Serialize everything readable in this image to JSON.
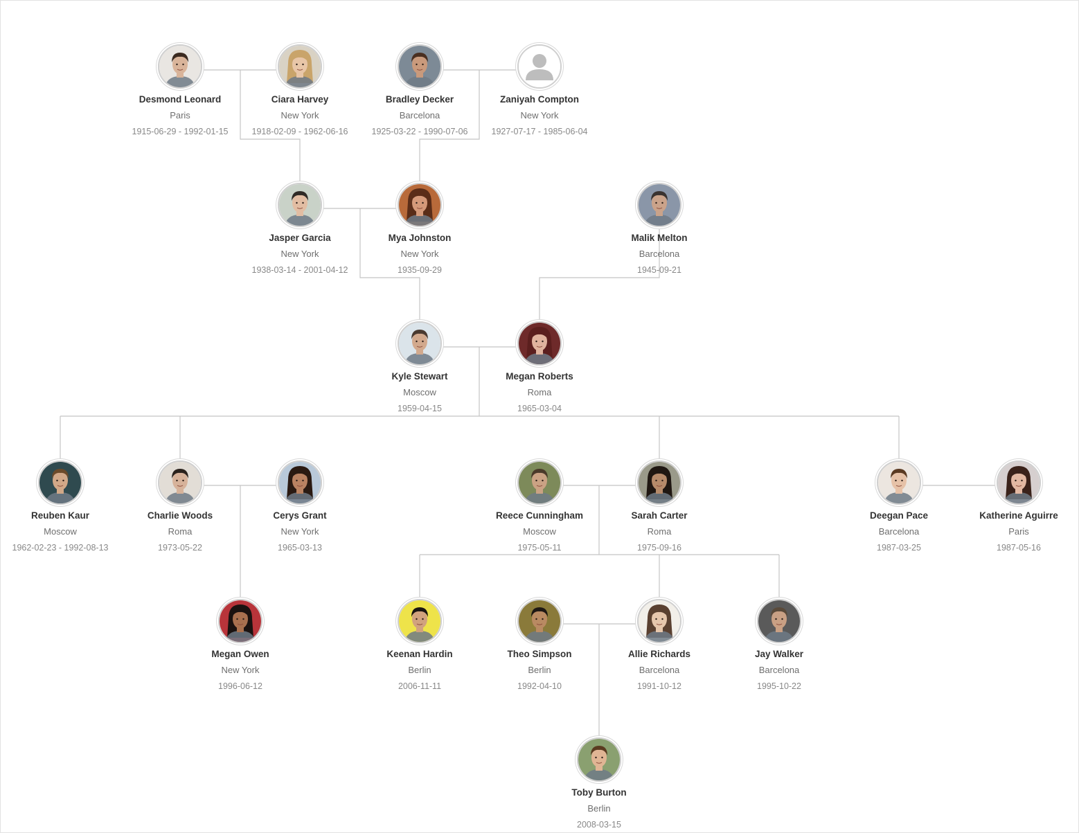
{
  "tree": {
    "people": [
      {
        "id": "desmond",
        "name": "Desmond Leonard",
        "city": "Paris",
        "dates": "1915-06-29 - 1992-01-15",
        "avatar": "man-portrait-icon",
        "skin": "#d9b49a",
        "hair": "#3b2a20",
        "bg": "#e9e6e2"
      },
      {
        "id": "ciara",
        "name": "Ciara Harvey",
        "city": "New York",
        "dates": "1918-02-09 - 1962-06-16",
        "avatar": "woman-portrait-icon",
        "skin": "#e8c6a8",
        "hair": "#c9a46a",
        "bg": "#d9d2c4"
      },
      {
        "id": "bradley",
        "name": "Bradley Decker",
        "city": "Barcelona",
        "dates": "1925-03-22 - 1990-07-06",
        "avatar": "man-portrait-icon",
        "skin": "#c99a7c",
        "hair": "#4a2f20",
        "bg": "#7d8a96"
      },
      {
        "id": "zaniyah",
        "name": "Zaniyah Compton",
        "city": "New York",
        "dates": "1927-07-17 - 1985-06-04",
        "avatar": "default-user-icon",
        "skin": "#bdbdbd",
        "hair": "#bdbdbd",
        "bg": "#ffffff"
      },
      {
        "id": "jasper",
        "name": "Jasper Garcia",
        "city": "New York",
        "dates": "1938-03-14 - 2001-04-12",
        "avatar": "man-portrait-icon",
        "skin": "#e2bda3",
        "hair": "#2f2a26",
        "bg": "#c9d2c8"
      },
      {
        "id": "mya",
        "name": "Mya Johnston",
        "city": "New York",
        "dates": "1935-09-29",
        "avatar": "woman-portrait-icon",
        "skin": "#d59a7a",
        "hair": "#5a2d18",
        "bg": "#b86a3a"
      },
      {
        "id": "malik",
        "name": "Malik Melton",
        "city": "Barcelona",
        "dates": "1945-09-21",
        "avatar": "man-portrait-icon",
        "skin": "#caa38a",
        "hair": "#3a3330",
        "bg": "#8a96a8"
      },
      {
        "id": "kyle",
        "name": "Kyle Stewart",
        "city": "Moscow",
        "dates": "1959-04-15",
        "avatar": "man-portrait-icon",
        "skin": "#d2a98d",
        "hair": "#4a3a30",
        "bg": "#dbe4ea"
      },
      {
        "id": "meganr",
        "name": "Megan Roberts",
        "city": "Roma",
        "dates": "1965-03-04",
        "avatar": "woman-portrait-icon",
        "skin": "#e0b39e",
        "hair": "#5b1f1e",
        "bg": "#6e2a2a"
      },
      {
        "id": "reuben",
        "name": "Reuben Kaur",
        "city": "Moscow",
        "dates": "1962-02-23 - 1992-08-13",
        "avatar": "man-portrait-icon",
        "skin": "#d1a888",
        "hair": "#6b4a2a",
        "bg": "#2f4a4f"
      },
      {
        "id": "charlie",
        "name": "Charlie Woods",
        "city": "Roma",
        "dates": "1973-05-22",
        "avatar": "man-portrait-icon",
        "skin": "#d6b29a",
        "hair": "#2a221d",
        "bg": "#e2ddd6"
      },
      {
        "id": "cerys",
        "name": "Cerys Grant",
        "city": "New York",
        "dates": "1965-03-13",
        "avatar": "woman-portrait-icon",
        "skin": "#b98262",
        "hair": "#2a1a12",
        "bg": "#b9c9d9"
      },
      {
        "id": "reece",
        "name": "Reece Cunningham",
        "city": "Moscow",
        "dates": "1975-05-11",
        "avatar": "man-portrait-icon",
        "skin": "#caa284",
        "hair": "#4a3a2a",
        "bg": "#7d8a5a"
      },
      {
        "id": "sarah",
        "name": "Sarah Carter",
        "city": "Roma",
        "dates": "1975-09-16",
        "avatar": "woman-portrait-icon",
        "skin": "#b58a6a",
        "hair": "#1f1712",
        "bg": "#9a9a8a"
      },
      {
        "id": "deegan",
        "name": "Deegan Pace",
        "city": "Barcelona",
        "dates": "1987-03-25",
        "avatar": "man-portrait-icon",
        "skin": "#e6c2a8",
        "hair": "#5a3a22",
        "bg": "#ece6e0"
      },
      {
        "id": "katherine",
        "name": "Katherine Aguirre",
        "city": "Paris",
        "dates": "1987-05-16",
        "avatar": "woman-portrait-icon",
        "skin": "#e2b8a2",
        "hair": "#3a221a",
        "bg": "#d6cfcf"
      },
      {
        "id": "megano",
        "name": "Megan Owen",
        "city": "New York",
        "dates": "1996-06-12",
        "avatar": "woman-portrait-icon",
        "skin": "#a8704f",
        "hair": "#1a1210",
        "bg": "#b8343a"
      },
      {
        "id": "keenan",
        "name": "Keenan Hardin",
        "city": "Berlin",
        "dates": "2006-11-11",
        "avatar": "man-portrait-icon",
        "skin": "#d1a27e",
        "hair": "#1a1612",
        "bg": "#eee34a"
      },
      {
        "id": "theo",
        "name": "Theo Simpson",
        "city": "Berlin",
        "dates": "1992-04-10",
        "avatar": "man-portrait-icon",
        "skin": "#b98a62",
        "hair": "#1e1814",
        "bg": "#8a7a3a"
      },
      {
        "id": "allie",
        "name": "Allie Richards",
        "city": "Barcelona",
        "dates": "1991-10-12",
        "avatar": "woman-portrait-icon",
        "skin": "#e6c7ad",
        "hair": "#5a4030",
        "bg": "#f2efe9"
      },
      {
        "id": "jay",
        "name": "Jay Walker",
        "city": "Barcelona",
        "dates": "1995-10-22",
        "avatar": "man-portrait-icon",
        "skin": "#c9a084",
        "hair": "#5a4a3a",
        "bg": "#5a5a5a"
      },
      {
        "id": "toby",
        "name": "Toby Burton",
        "city": "Berlin",
        "dates": "2008-03-15",
        "avatar": "man-portrait-icon",
        "skin": "#e0b594",
        "hair": "#5a3a20",
        "bg": "#8aa070"
      }
    ],
    "link_color": "#c4c4c4"
  }
}
